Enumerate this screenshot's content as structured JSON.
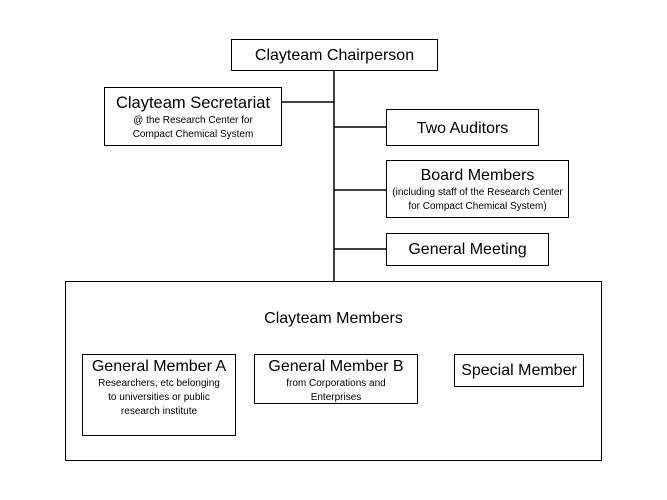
{
  "chairperson": {
    "title": "Clayteam Chairperson"
  },
  "secretariat": {
    "title": "Clayteam Secretariat",
    "subtitle_line1": "@ the Research Center for",
    "subtitle_line2": "Compact Chemical System"
  },
  "auditors": {
    "title": "Two Auditors"
  },
  "board": {
    "title": "Board Members",
    "subtitle_line1": "(including staff of the Research Center",
    "subtitle_line2": "for Compact Chemical System)"
  },
  "general_meeting": {
    "title": "General Meeting"
  },
  "members": {
    "title": "Clayteam Members",
    "member_a": {
      "title": "General Member A",
      "subtitle_line1": "Researchers, etc belonging",
      "subtitle_line2": "to universities or public",
      "subtitle_line3": "research institute"
    },
    "member_b": {
      "title": "General Member B",
      "subtitle_line1": "from Corporations and",
      "subtitle_line2": "Enterprises"
    },
    "special_member": {
      "title": "Special Member"
    }
  },
  "colors": {
    "line": "#000000",
    "box_border": "#000000",
    "background": "#ffffff"
  }
}
